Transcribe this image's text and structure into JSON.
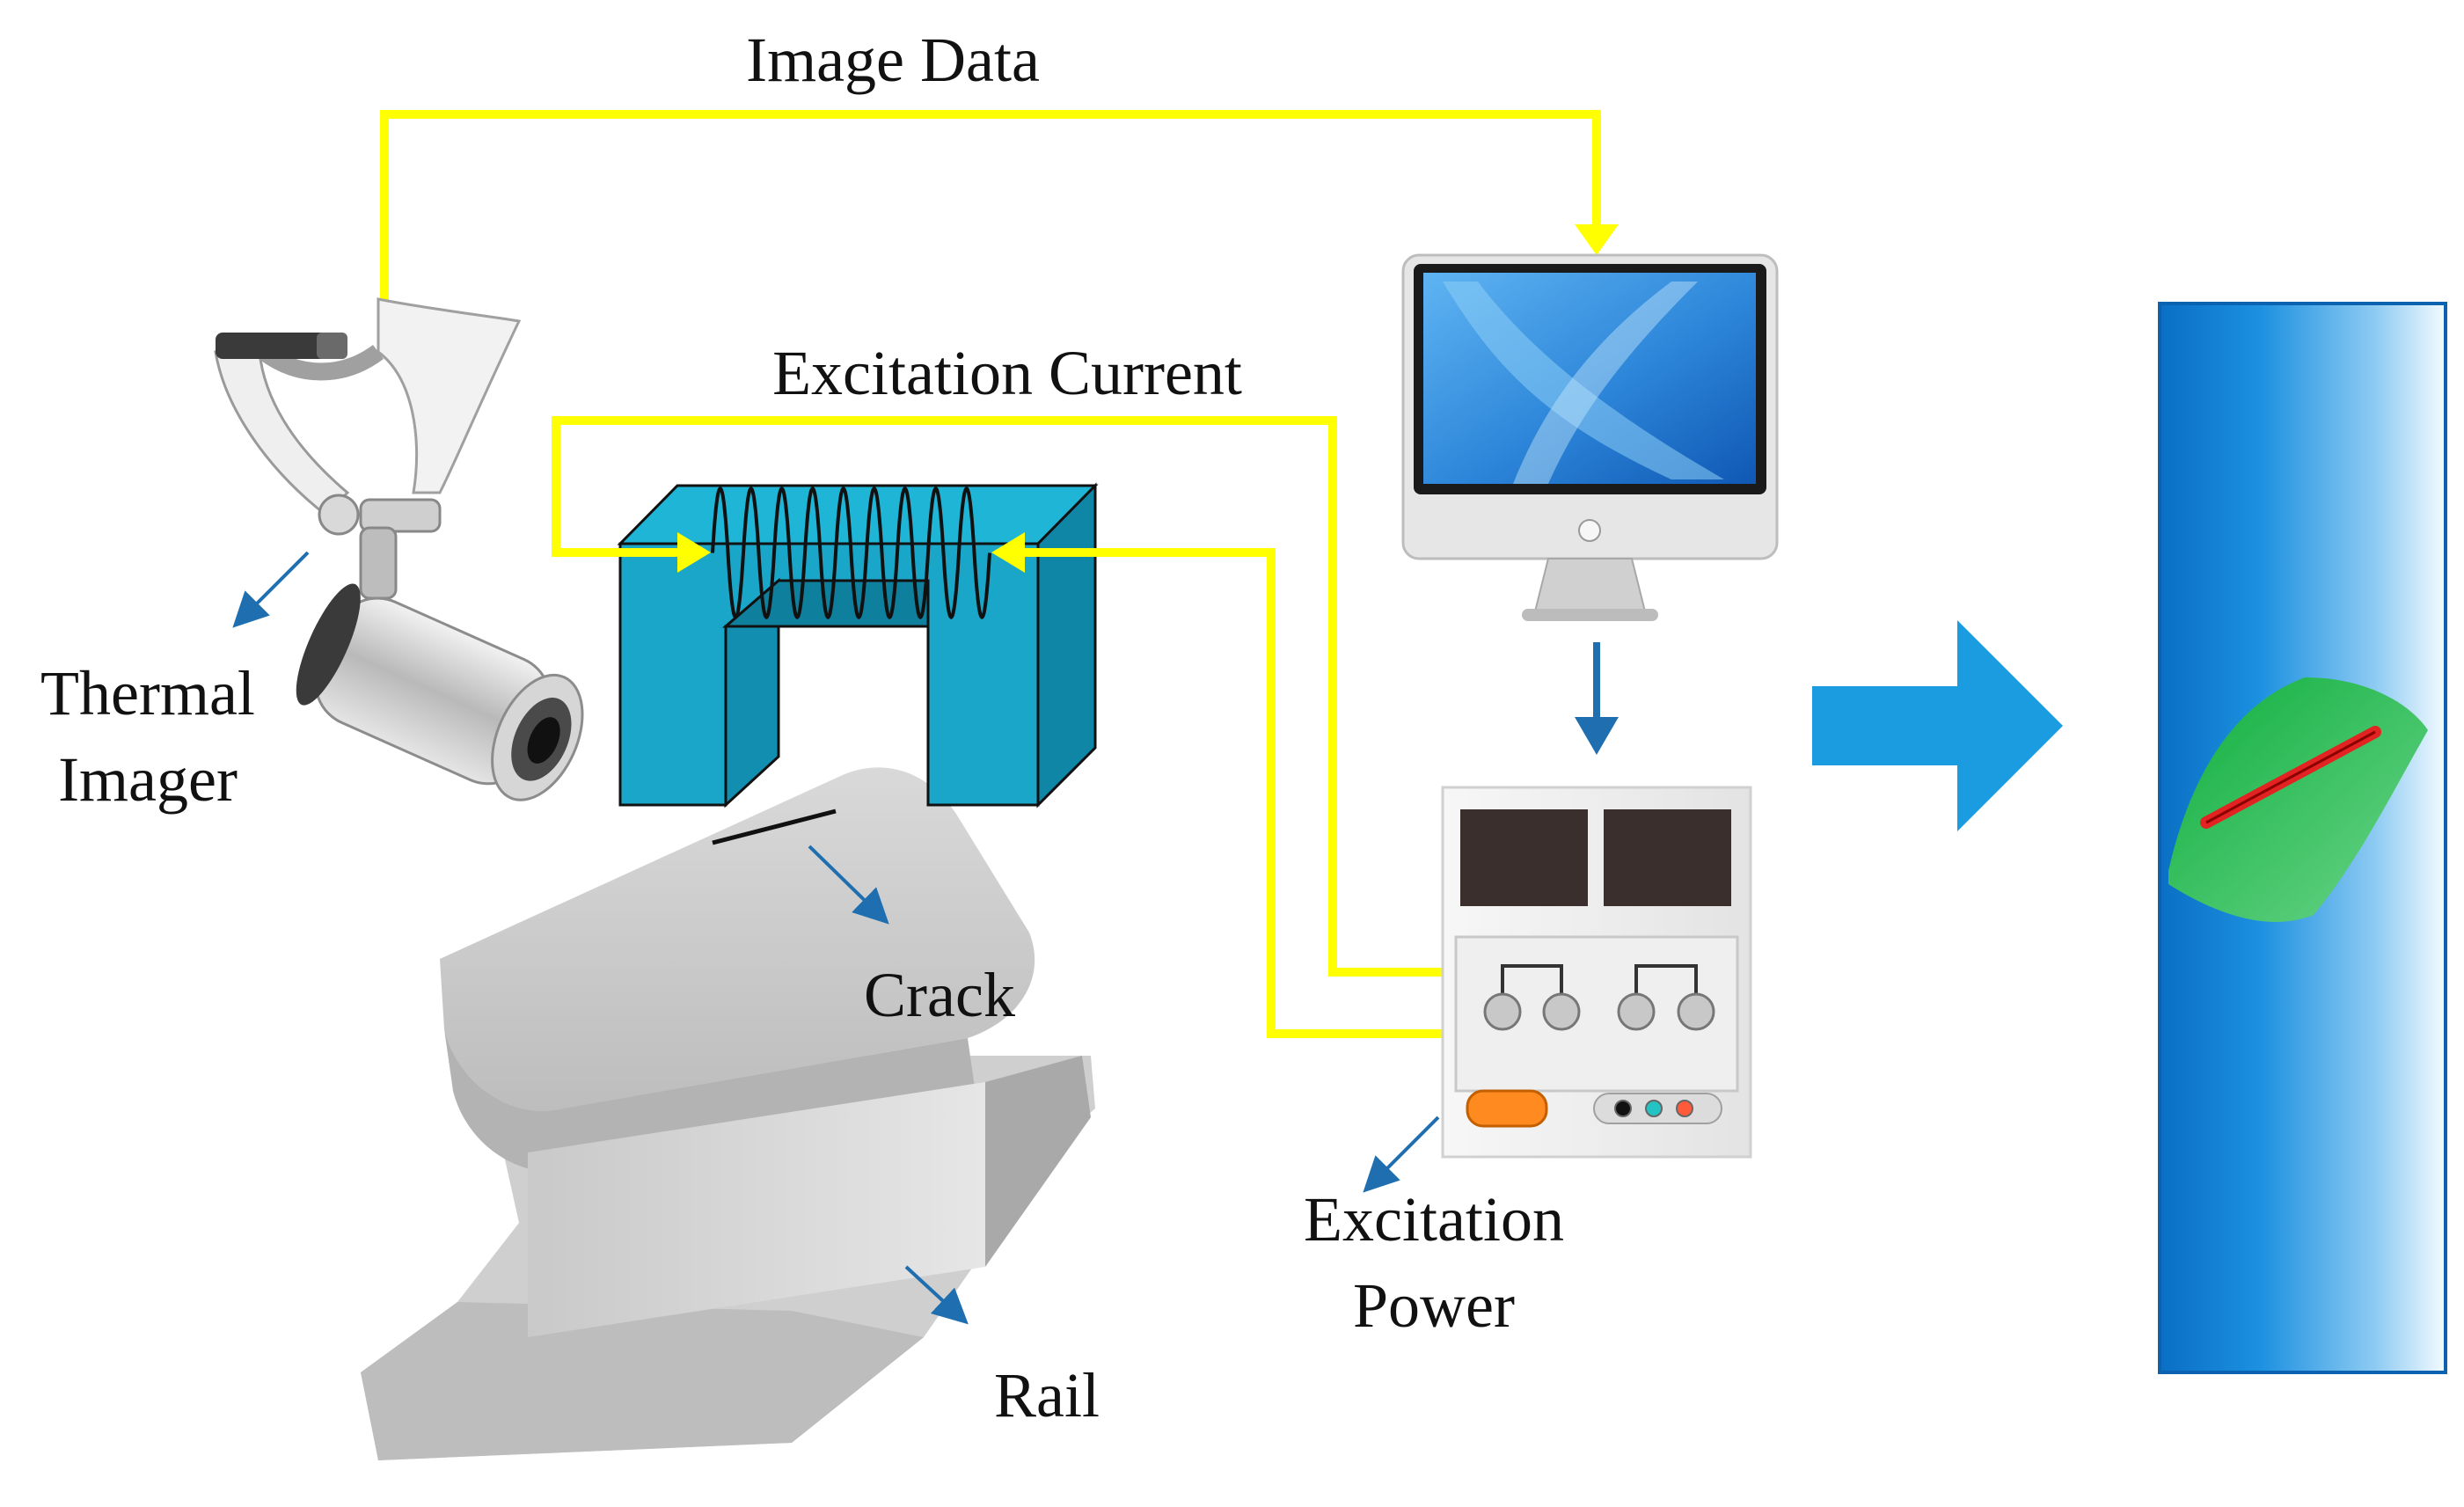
{
  "labels": {
    "image_data": "Image Data",
    "excitation_current": "Excitation Current",
    "thermal_imager_line1": "Thermal",
    "thermal_imager_line2": "Imager",
    "crack": "Crack",
    "rail": "Rail",
    "excitation_power_line1": "Excitation",
    "excitation_power_line2": "Power"
  },
  "colors": {
    "signal_wire": "#ffff00",
    "pointer_arrow": "#1f6fb0",
    "yoke": "#1aa6c8",
    "big_arrow": "#1b9be0",
    "result_panel": "#0a7ad0",
    "defect_region": "#1fb14b",
    "crack_mark": "#e32222"
  },
  "icons": {
    "thermal_imager": "thermal-camera-icon",
    "computer": "monitor-icon",
    "power_supply": "power-supply-icon",
    "rail": "rail-icon"
  }
}
